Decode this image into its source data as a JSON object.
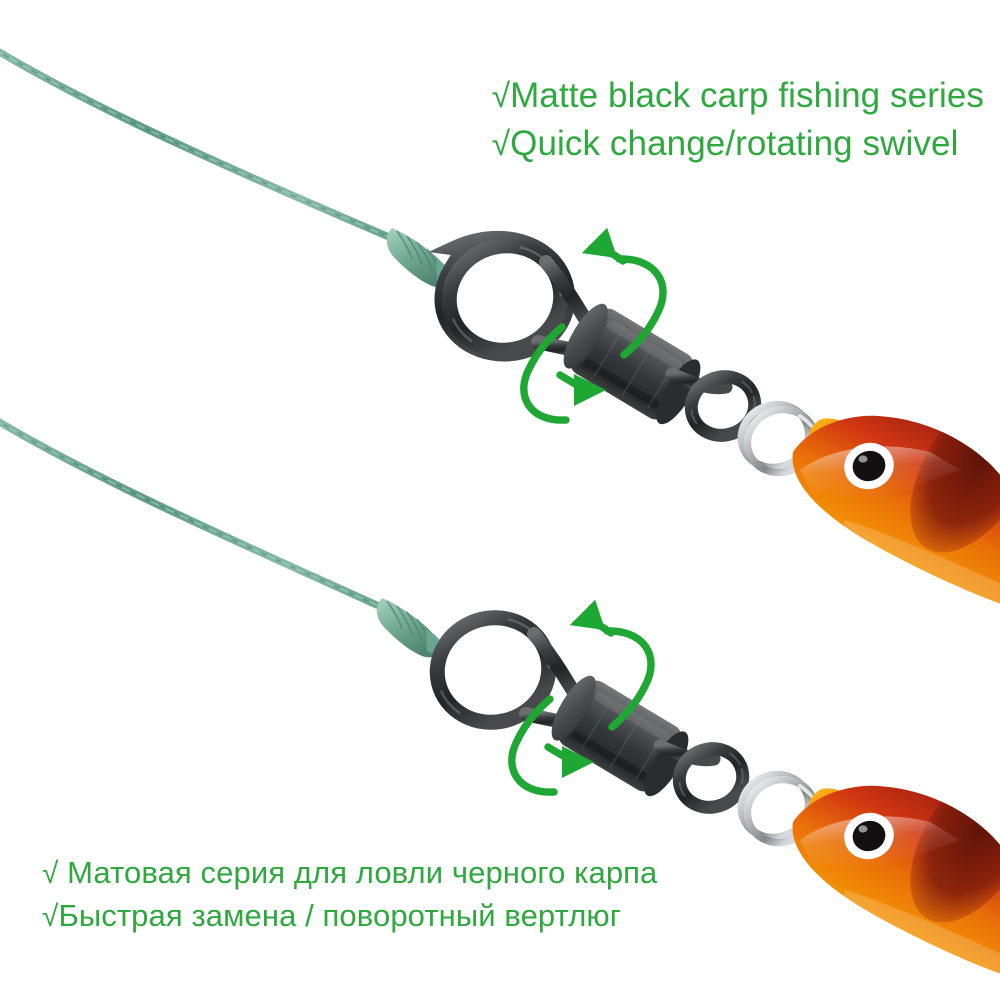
{
  "background_color": "#ffffff",
  "accent_green": "#2ea83f",
  "captions": {
    "english": {
      "lines": [
        {
          "mark": "√",
          "text": "Matte black carp fishing series"
        },
        {
          "mark": "√",
          "text": "Quick change/rotating swivel"
        }
      ]
    },
    "russian": {
      "lines": [
        {
          "mark": "√",
          "text": " Матовая серия для ловли черного карпа"
        },
        {
          "mark": "√",
          "text": "Быстрая замена / поворотный вертлюг"
        }
      ]
    }
  },
  "product": {
    "name": "matte-black-rolling-swivel",
    "assemblies": [
      {
        "id": "upper",
        "braid_line_color": "#6fa896",
        "knot_color": "#7fb9a4",
        "swivel_body_color": "#3c3f41",
        "swivel_barrel_color": "#45484a",
        "split_ring_color": "#c9ccce",
        "lure_head_color": "#f5a000",
        "lure_top_color": "#c0271a",
        "lure_eye_ring_color": "#ffffff",
        "lure_eye_pupil_color": "#15120f",
        "rotation_arrow_color": "#1ea733"
      },
      {
        "id": "lower",
        "braid_line_color": "#6fa896",
        "knot_color": "#7fb9a4",
        "swivel_body_color": "#3c3f41",
        "swivel_barrel_color": "#45484a",
        "split_ring_color": "#c9ccce",
        "lure_head_color": "#f5a000",
        "lure_top_color": "#c0271a",
        "lure_eye_ring_color": "#ffffff",
        "lure_eye_pupil_color": "#15120f",
        "rotation_arrow_color": "#1ea733"
      }
    ]
  }
}
